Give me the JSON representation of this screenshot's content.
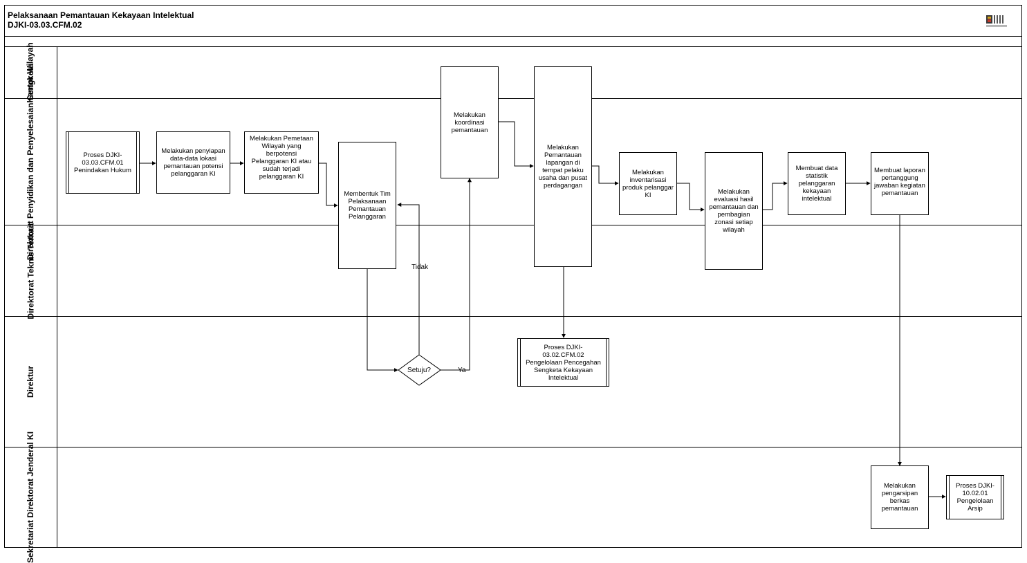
{
  "header": {
    "title": "Pelaksanaan Pemantauan Kekayaan Intelektual",
    "code": "DJKI-03.03.CFM.02"
  },
  "lanes": [
    {
      "id": "kanwil",
      "label": "Kantor\nWilayah"
    },
    {
      "id": "penyidikan",
      "label": "Direktorat Penyidikan dan\nPenyelesaian Sengketa"
    },
    {
      "id": "teknis",
      "label": "Direktorat Teknis\nTerkait"
    },
    {
      "id": "direktur",
      "label": "Direktur"
    },
    {
      "id": "sekretariat",
      "label": "Sekretariat Direktorat\nJenderal KI"
    }
  ],
  "nodes": {
    "proses_0301": "Proses DJKI-\n03.03.CFM.01\nPenindakan Hukum",
    "penyiapan": "Melakukan penyiapan\ndata-data lokasi\npemantauan potensi\npelanggaran KI",
    "pemetaan": "Melakukan Pemetaan\nWilayah yang\nberpotensi\nPelanggaran KI atau\nsudah terjadi\npelanggaran KI",
    "membentuk_tim": "Membentuk Tim\nPelaksanaan\nPemantauan\nPelanggaran",
    "koordinasi": "Melakukan\nkoordinasi\npemantauan",
    "pemantauan_lapangan": "Melakukan\nPemantauan\nlapangan di\ntempat pelaku\nusaha dan pusat\nperdagangan",
    "inventarisasi": "Melakukan\ninventarisasi\nproduk pelanggar\nKI",
    "evaluasi": "Melakukan\nevaluasi hasil\npemantauan dan\npembagian\nzonasi setiap\nwilayah",
    "statistik": "Membuat data\nstatistik\npelanggaran\nkekayaan\nintelektual",
    "laporan": "Membuat laporan\npertanggung\njawaban kegiatan\npemantauan",
    "proses_0302": "Proses DJKI-\n03.02.CFM.02\nPengelolaan Pencegahan\nSengketa Kekayaan\nIntelektual",
    "pengarsipan": "Melakukan\npengarsipan\nberkas\npemantauan",
    "proses_1002": "Proses DJKI-\n10.02.01\nPengelolaan\nArsip"
  },
  "decision": {
    "label": "Setuju?",
    "no_label": "Tidak",
    "yes_label": "Ya"
  }
}
